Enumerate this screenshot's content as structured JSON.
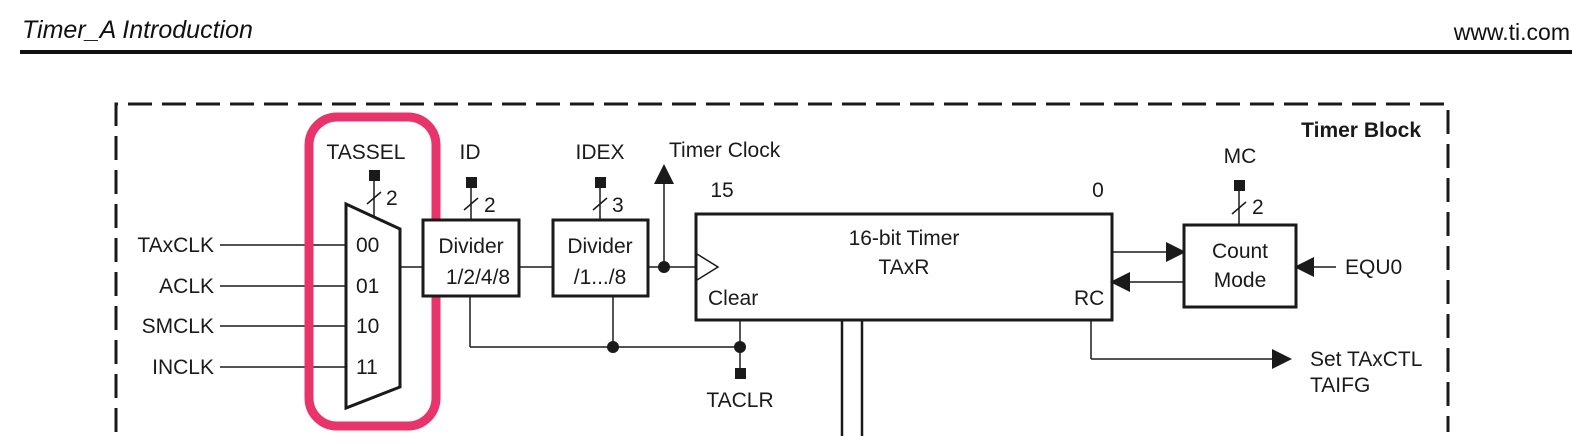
{
  "header": {
    "title": "Timer_A Introduction",
    "url": "www.ti.com"
  },
  "diagram": {
    "block_label": "Timer Block",
    "mux": {
      "label": "TASSEL",
      "bus_width": "2",
      "inputs": [
        "TAxCLK",
        "ACLK",
        "SMCLK",
        "INCLK"
      ],
      "select_codes": [
        "00",
        "01",
        "10",
        "11"
      ]
    },
    "divider_id": {
      "label": "ID",
      "bus_width": "2",
      "line1": "Divider",
      "line2": "1/2/4/8"
    },
    "divider_idex": {
      "label": "IDEX",
      "bus_width": "3",
      "line1": "Divider",
      "line2": "/1.../8"
    },
    "timer_clock_label": "Timer Clock",
    "timer": {
      "bit_high": "15",
      "bit_low": "0",
      "line1": "16-bit Timer",
      "line2": "TAxR",
      "clear_label": "Clear",
      "rc_label": "RC"
    },
    "count_mode": {
      "label": "MC",
      "bus_width": "2",
      "line1": "Count",
      "line2": "Mode"
    },
    "equ0_label": "EQU0",
    "taclr_label": "TACLR",
    "output": {
      "line1": "Set TAxCTL",
      "line2": "TAIFG"
    },
    "highlight_color": "#e8336b"
  }
}
